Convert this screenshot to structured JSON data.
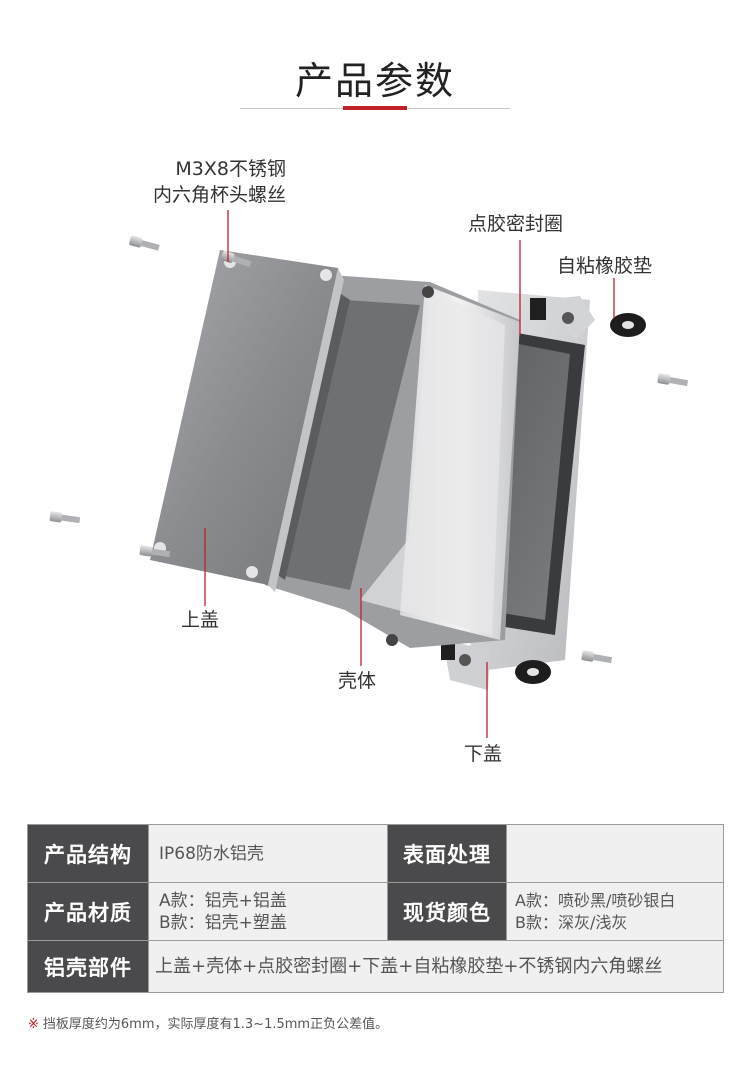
{
  "title": "产品参数",
  "labels": {
    "screw_line1": "M3X8不锈钢",
    "screw_line2": "内六角杯头螺丝",
    "seal_ring": "点胶密封圈",
    "rubber_pad": "自粘橡胶垫",
    "top_cover": "上盖",
    "shell_body": "壳体",
    "bottom_cover": "下盖"
  },
  "table": {
    "structure_label": "产品结构",
    "structure_value": "IP68防水铝壳",
    "surface_label": "表面处理",
    "surface_value": "",
    "material_label": "产品材质",
    "material_a": "A款：铝壳+铝盖",
    "material_b": "B款：铝壳+塑盖",
    "color_label": "现货颜色",
    "color_a": "A款：喷砂黑/喷砂银白",
    "color_b": "B款：深灰/浅灰",
    "parts_label": "铝壳部件",
    "parts_value": "上盖+壳体+点胶密封圈+下盖+自粘橡胶垫+不锈钢内六角螺丝"
  },
  "note": {
    "mark": "※",
    "text": "挡板厚度约为6mm，实际厚度有1.3~1.5mm正负公差值。"
  }
}
